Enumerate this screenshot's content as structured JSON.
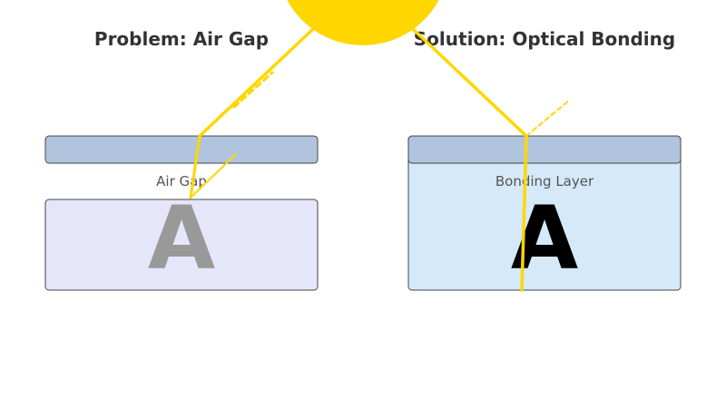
{
  "left_panel": {
    "title": "Problem: Air Gap",
    "gap_label": "Air Gap",
    "display_letter": "A"
  },
  "right_panel": {
    "title": "Solution: Optical Bonding",
    "gap_label": "Bonding Layer",
    "display_letter": "A"
  },
  "colors": {
    "sun": "#FFD700",
    "light_ray": "#FFD700",
    "glass": "#B0C4DE",
    "air_gap_display": "#E6E6FA",
    "bonded_display": "#D6E9F8",
    "outline": "#444444",
    "washed_out_letter": "#999999",
    "clear_letter": "#000000"
  }
}
